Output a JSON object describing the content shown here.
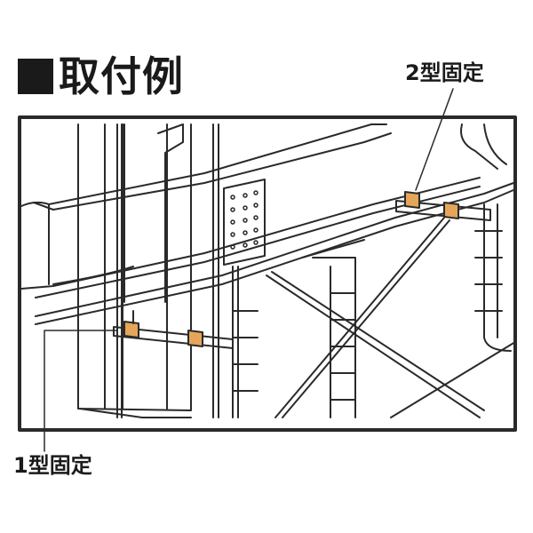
{
  "title": {
    "text": "取付例"
  },
  "labels": {
    "type2": "2型固定",
    "type1": "1型固定"
  },
  "colors": {
    "line": "#2a2a2a",
    "clamp": "#e6a65a",
    "background": "#ffffff"
  },
  "icons": {
    "title_marker": "black-square-icon"
  }
}
